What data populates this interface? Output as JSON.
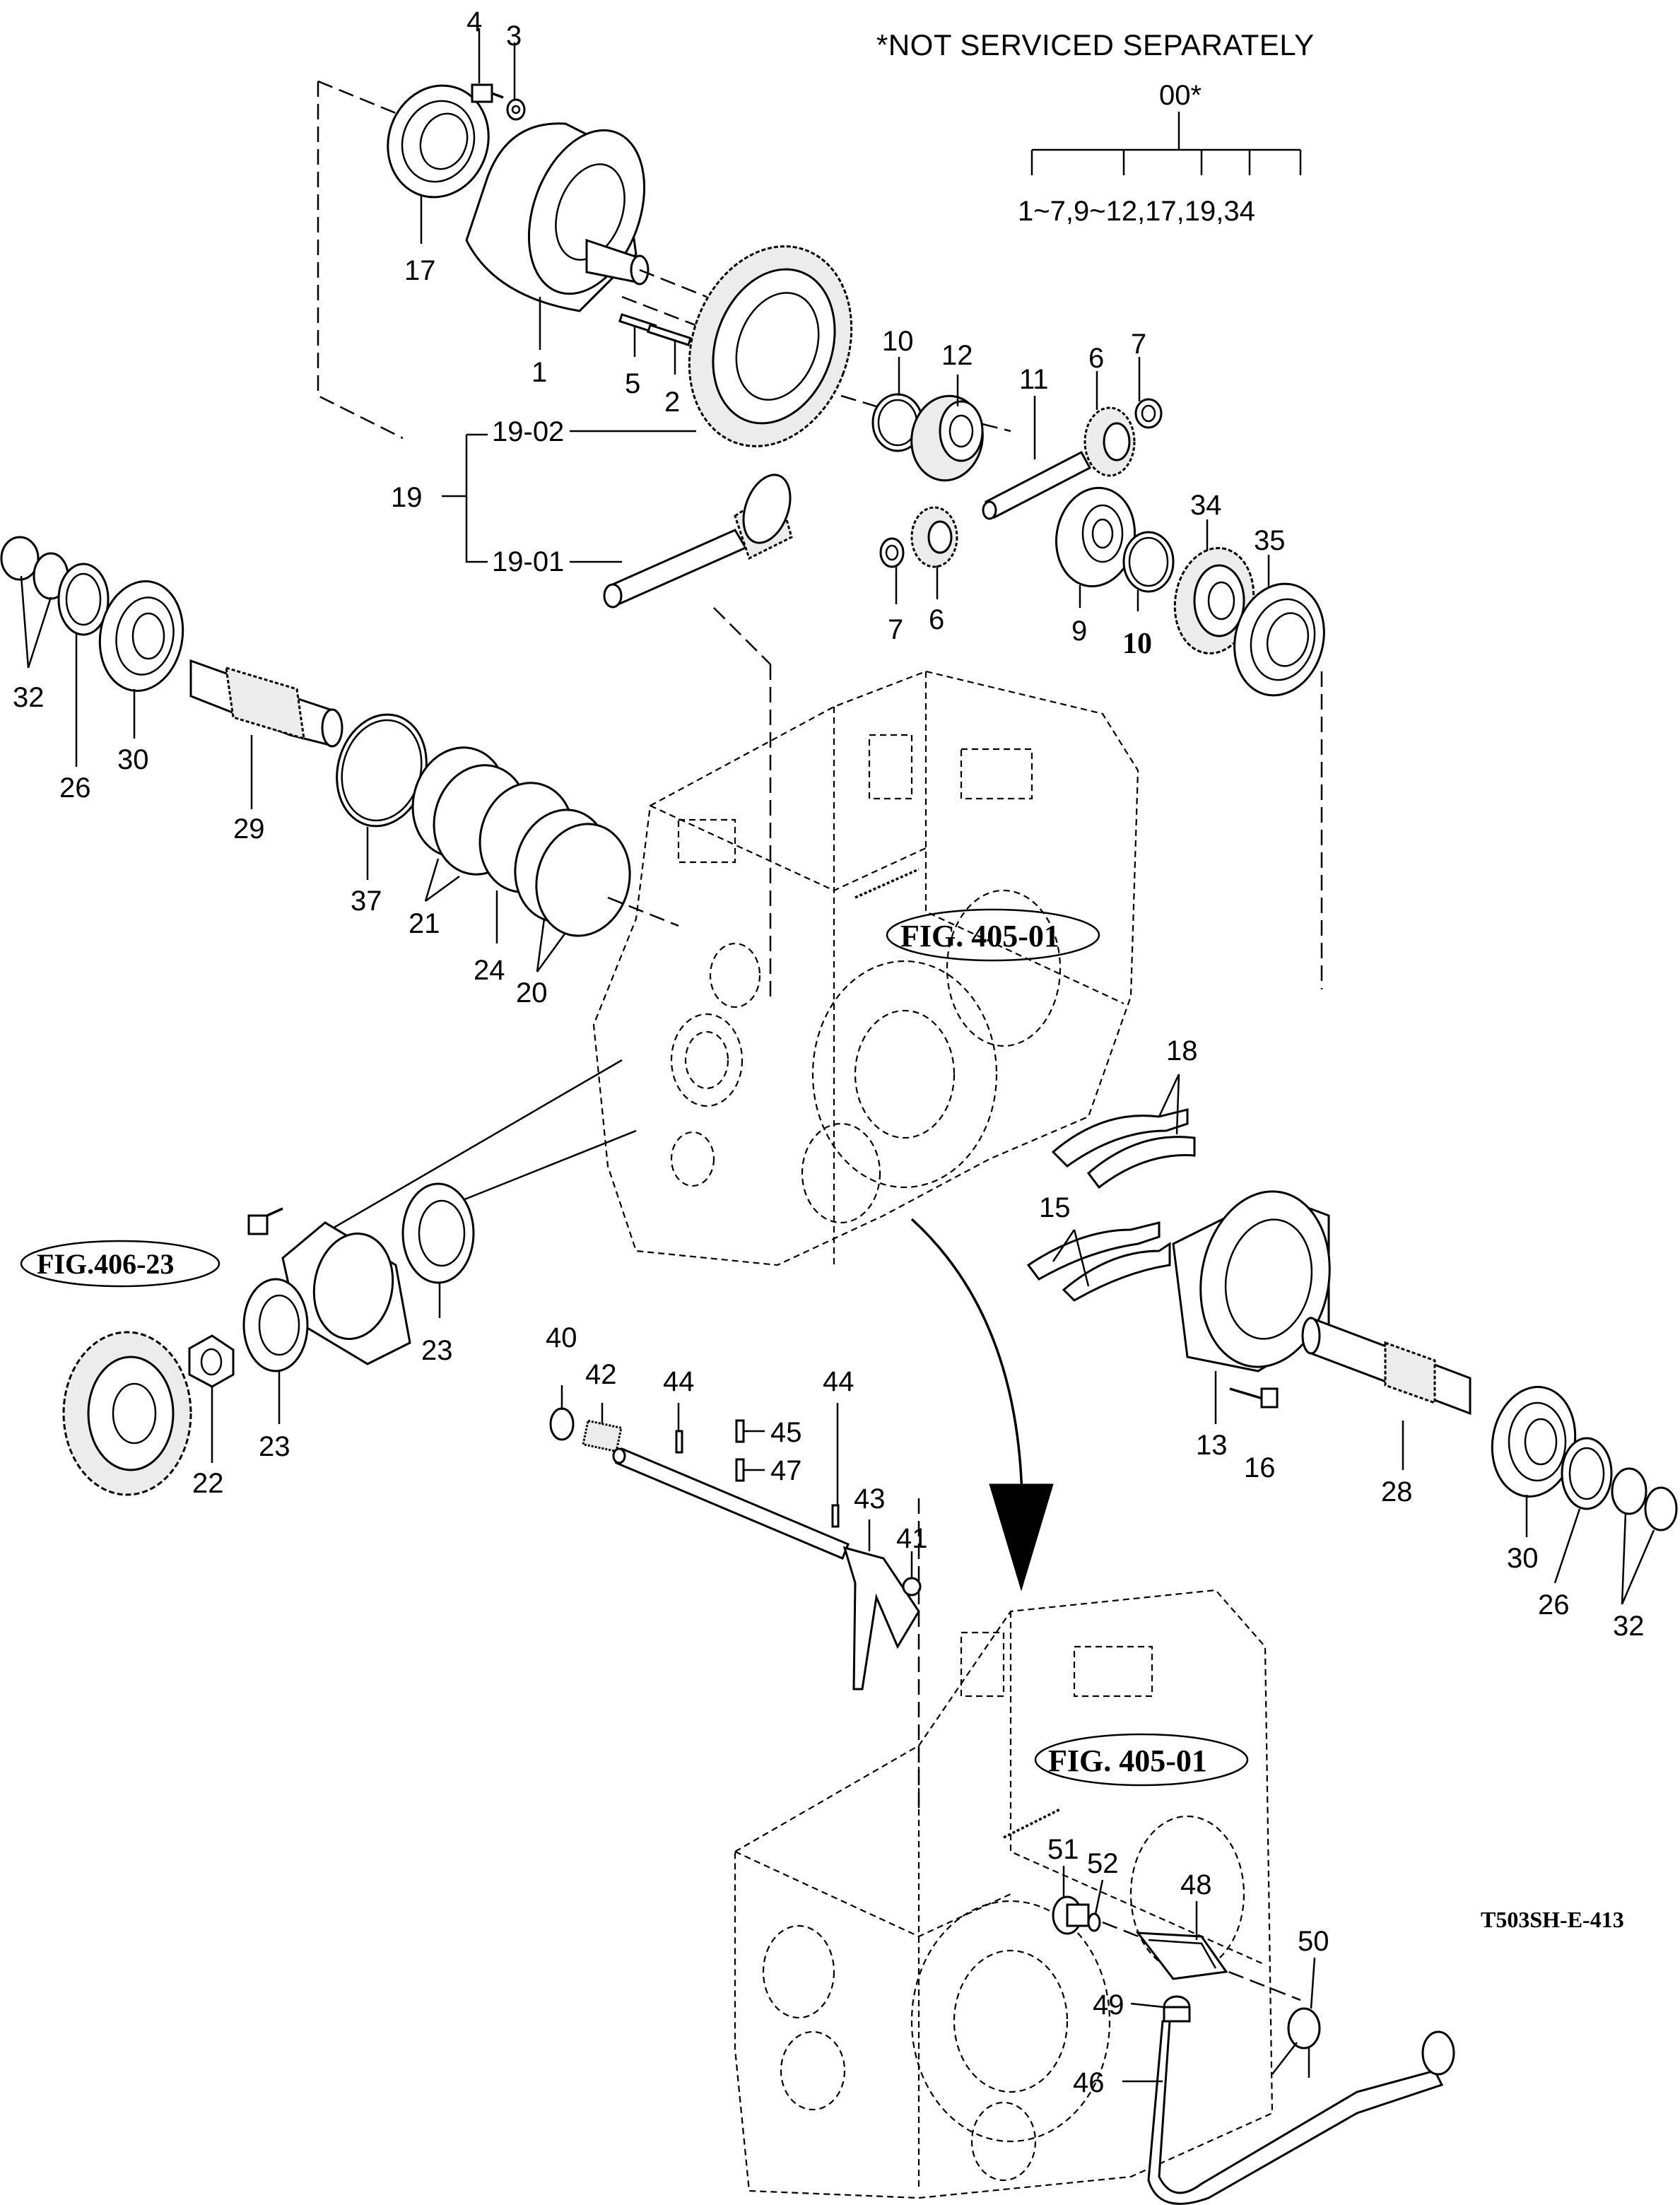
{
  "header": {
    "note": "*NOT SERVICED SEPARATELY",
    "assembly_number": "00*",
    "assembly_contents": "1~7,9~12,17,19,34"
  },
  "figure_refs": {
    "fig_406_23": "FIG.406-23",
    "fig_405_01_upper": "FIG. 405-01",
    "fig_405_01_lower": "FIG. 405-01"
  },
  "drawing_code": "T503SH-E-413",
  "callouts": {
    "c1": "1",
    "c2": "2",
    "c3": "3",
    "c4": "4",
    "c5": "5",
    "c6a": "6",
    "c6b": "6",
    "c7a": "7",
    "c7b": "7",
    "c9": "9",
    "c10a": "10",
    "c10b": "10",
    "c11": "11",
    "c12": "12",
    "c13": "13",
    "c15": "15",
    "c16": "16",
    "c17": "17",
    "c18": "18",
    "c19": "19",
    "c19_01": "19-01",
    "c19_02": "19-02",
    "c20": "20",
    "c21": "21",
    "c22": "22",
    "c23a": "23",
    "c23b": "23",
    "c24": "24",
    "c26a": "26",
    "c26b": "26",
    "c28": "28",
    "c29": "29",
    "c30a": "30",
    "c30b": "30",
    "c32a": "32",
    "c32b": "32",
    "c34": "34",
    "c35": "35",
    "c37": "37",
    "c40": "40",
    "c41": "41",
    "c42": "42",
    "c43": "43",
    "c44a": "44",
    "c44b": "44",
    "c45": "45",
    "c46": "46",
    "c47": "47",
    "c48": "48",
    "c49": "49",
    "c50": "50",
    "c51": "51",
    "c52": "52"
  }
}
